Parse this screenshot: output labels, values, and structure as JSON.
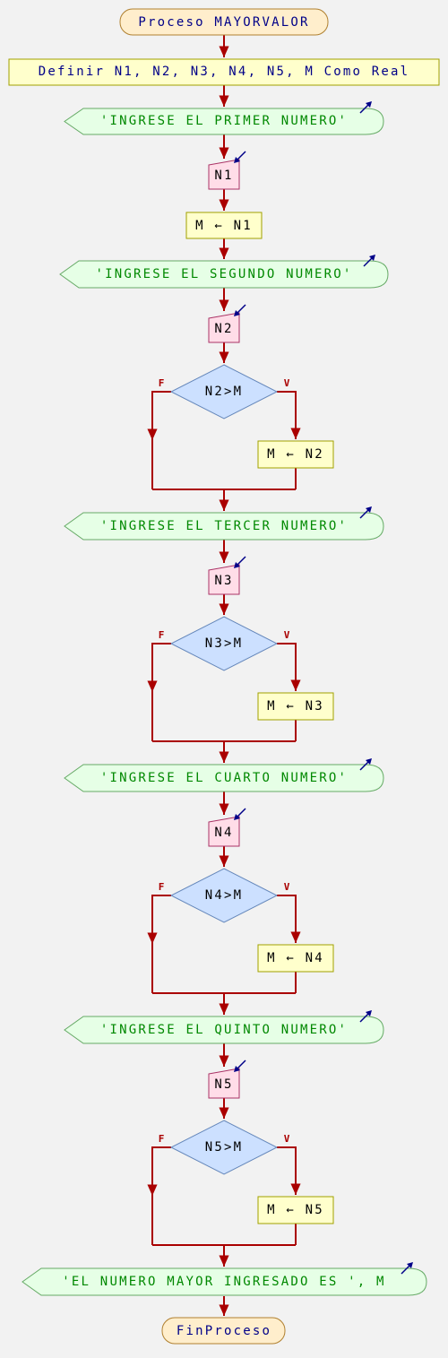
{
  "diagram": {
    "start_label": "Proceso MAYORVALOR",
    "define_label": "Definir N1, N2, N3, N4, N5, M Como Real",
    "blocks": [
      {
        "prompt": "'INGRESE EL PRIMER NUMERO'",
        "read_var": "N1",
        "assign": "M ← N1"
      },
      {
        "prompt": "'INGRESE EL SEGUNDO NUMERO'",
        "read_var": "N2",
        "condition": "N2>M",
        "false_label": "F",
        "true_label": "V",
        "assign": "M ← N2"
      },
      {
        "prompt": "'INGRESE EL TERCER NUMERO'",
        "read_var": "N3",
        "condition": "N3>M",
        "false_label": "F",
        "true_label": "V",
        "assign": "M ← N3"
      },
      {
        "prompt": "'INGRESE EL CUARTO NUMERO'",
        "read_var": "N4",
        "condition": "N4>M",
        "false_label": "F",
        "true_label": "V",
        "assign": "M ← N4"
      },
      {
        "prompt": "'INGRESE EL QUINTO NUMERO'",
        "read_var": "N5",
        "condition": "N5>M",
        "false_label": "F",
        "true_label": "V",
        "assign": "M ← N5"
      }
    ],
    "output_label": "'EL NUMERO MAYOR INGRESADO ES ', M",
    "end_label": "FinProceso",
    "colors": {
      "line": "#aa0000",
      "start_fill": "#ffeecc",
      "process_fill": "#ffffcc",
      "io_fill": "#e6ffe6",
      "read_fill": "#ffdde8",
      "decision_fill": "#cce0ff"
    }
  }
}
